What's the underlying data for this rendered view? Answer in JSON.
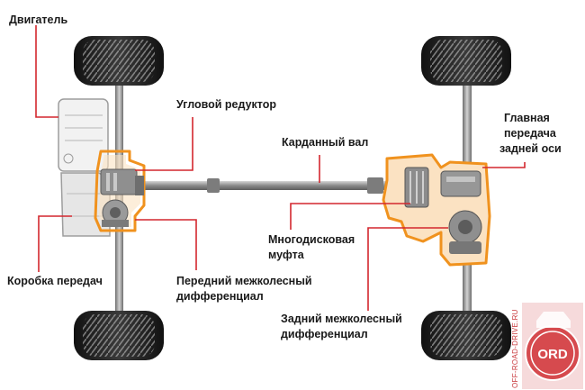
{
  "labels": {
    "engine": "Двигатель",
    "angle_gear": "Угловой редуктор",
    "cardan_shaft": "Карданный вал",
    "rear_final_drive_line1": "Главная",
    "rear_final_drive_line2": "передача",
    "rear_final_drive_line3": "задней оси",
    "multiplate_line1": "Многодисковая",
    "multiplate_line2": "муфта",
    "gearbox": "Коробка передач",
    "front_diff_line1": "Передний межколесный",
    "front_diff_line2": "дифференциал",
    "rear_diff_line1": "Задний межколесный",
    "rear_diff_line2": "дифференциал"
  },
  "watermark": {
    "site": "OFF-ROAD-DRIVE.RU",
    "logo": "ORD"
  },
  "colors": {
    "callout_line": "#d3272e",
    "highlight": "#f0921e",
    "tire": "#2b2b2b",
    "metal": "#9a9a9a",
    "watermark": "#c8373b"
  }
}
